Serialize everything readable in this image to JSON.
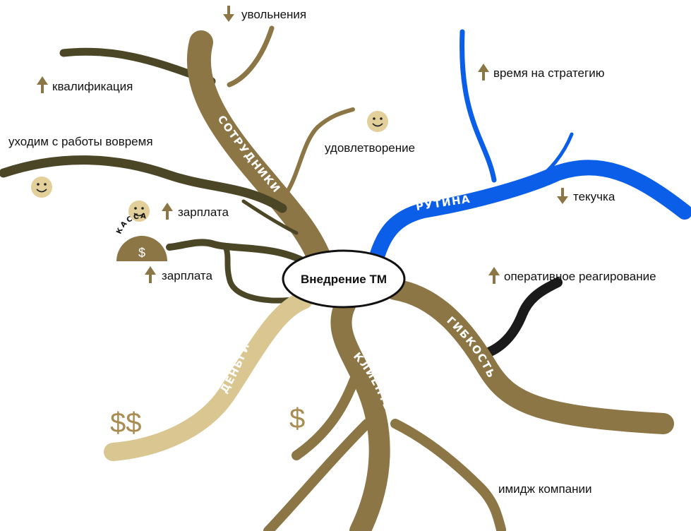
{
  "center": {
    "label": "Внедрение ТМ"
  },
  "colors": {
    "brown": "#8d7646",
    "dark_olive": "#4b4626",
    "tan": "#d9c690",
    "blue": "#0a5ee8",
    "black": "#1a1a1a",
    "smiley": "#e3cf9a"
  },
  "branches": {
    "employees": "СОТРУДНИКИ",
    "routine": "РУТИНА",
    "flexibility": "ГИБКОСТЬ",
    "clients": "КЛИЕНТЫ",
    "money": "ДЕНЬГИ"
  },
  "leaves": {
    "dismissals": {
      "text": "увольнения",
      "arrow": "down"
    },
    "qualification": {
      "text": "квалификация",
      "arrow": "up"
    },
    "leave_on_time": {
      "text": "уходим с работы вовремя"
    },
    "satisfaction": {
      "text": "удовлетворение"
    },
    "salary_1": {
      "text": "зарплата",
      "arrow": "up"
    },
    "salary_2": {
      "text": "зарплата",
      "arrow": "up"
    },
    "strategy_time": {
      "text": "время на стратегию",
      "arrow": "up"
    },
    "turnover": {
      "text": "текучка",
      "arrow": "down"
    },
    "quick_response": {
      "text": "оперативное реагирование",
      "arrow": "up"
    },
    "company_image": {
      "text": "имидж компании"
    }
  },
  "symbols": {
    "cashbox_label": "КАССА",
    "cashbox_sign": "$",
    "money_sign": "$$",
    "clients_sign": "$"
  }
}
